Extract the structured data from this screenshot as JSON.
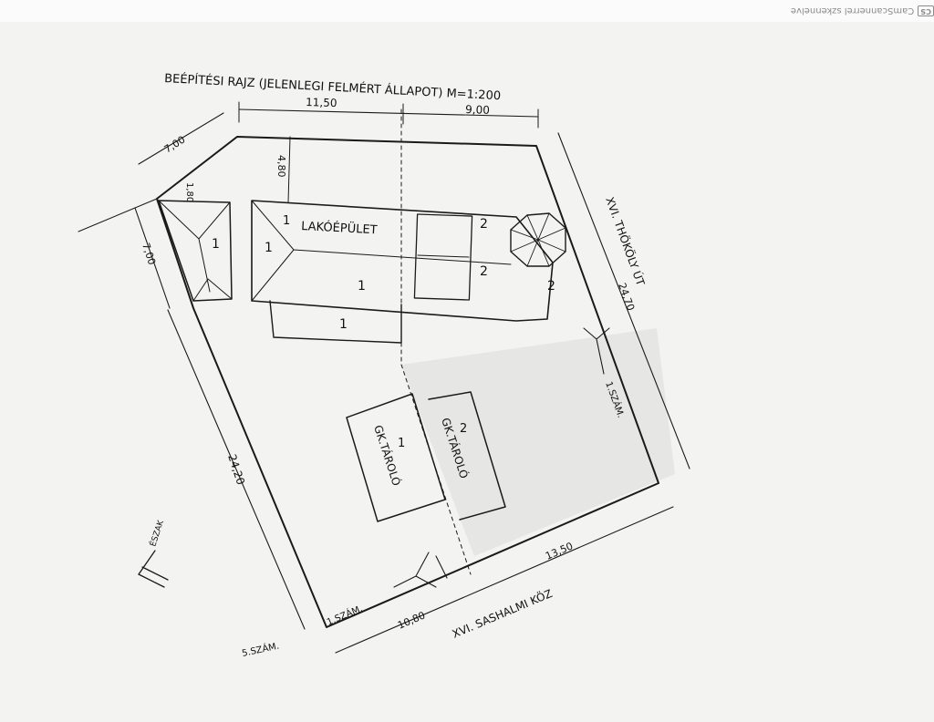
{
  "watermark": {
    "text": "CamScannerrel szkennelve",
    "badge": "CS"
  },
  "title": "BEÉPÍTÉSI RAJZ (JELENLEGI FELMÉRT ÁLLAPOT) M=1:200",
  "dimensions": {
    "top_left": "11,50",
    "top_right": "9,00",
    "corner": "7,00",
    "inner_depth": "4,80",
    "left_small": "7,00",
    "left_side": "24,20",
    "right_side": "24,70",
    "bottom_left": "10,80",
    "bottom_right": "13,50",
    "tiny": "1,80"
  },
  "labels": {
    "building": "LAKÓÉPÜLET",
    "garage1": "GK.TÁROLÓ",
    "garage2": "GK.TÁROLÓ",
    "street_right": "XVI. THÖKÖLY ÚT",
    "street_bottom": "XVI. SASHALMI KÖZ",
    "north": "ÉSZAK",
    "entrance_bottom": "1.SZÁM.",
    "entrance_right": "1.SZÁM.",
    "neighbour": "5.SZÁM."
  },
  "levels": {
    "left_house": "1",
    "wing": "1",
    "main": "1",
    "annex": "1",
    "stair_a": "2",
    "stair_b": "2",
    "tower": "2",
    "g1": "1",
    "g2": "2",
    "wing_top": "1"
  }
}
